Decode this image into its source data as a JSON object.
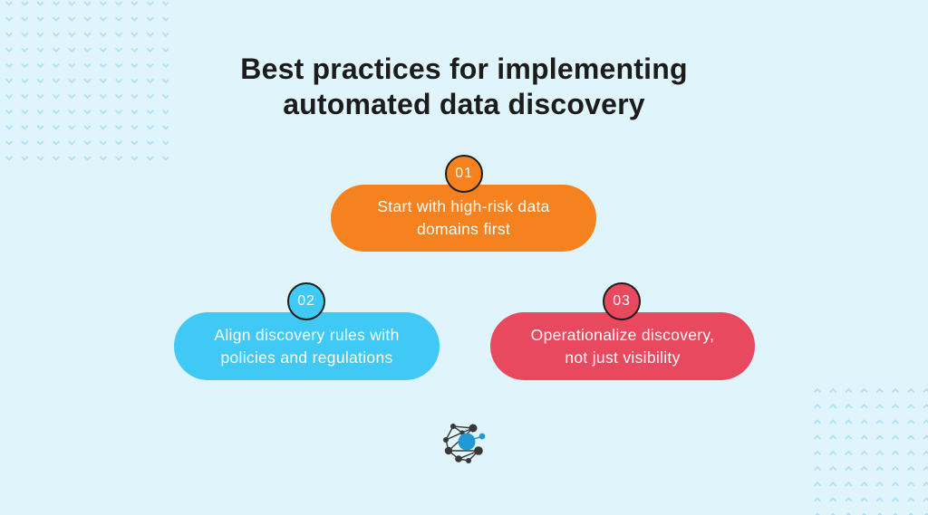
{
  "canvas": {
    "background": "#e0f4fb"
  },
  "title": {
    "text": "Best practices for implementing\nautomated data discovery",
    "color": "#1c1c1c"
  },
  "steps": [
    {
      "number": "01",
      "label": "Start with high-risk data\ndomains first",
      "color": "#f6821f"
    },
    {
      "number": "02",
      "label": "Align discovery rules with\npolicies and regulations",
      "color": "#40c9f4"
    },
    {
      "number": "03",
      "label": "Operationalize discovery,\nnot just visibility",
      "color": "#e8495f"
    }
  ],
  "badge": {
    "border_color": "#1e1e1e",
    "text_color": "#ffffff"
  },
  "logo": {
    "icon": "network-graph-icon",
    "hub_color": "#2199d6",
    "node_color": "#383838"
  },
  "decor": {
    "dot_color": "#a5def4"
  }
}
